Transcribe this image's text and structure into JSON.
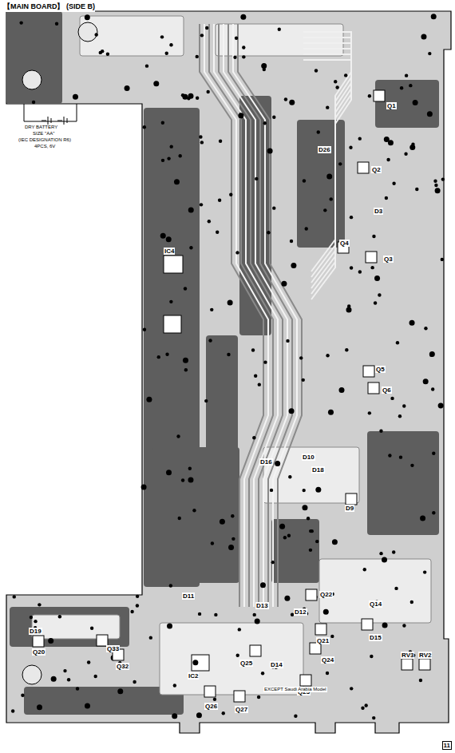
{
  "diagram": {
    "title": "【MAIN BOARD】 (SIDE B)",
    "labels": [
      "DRY BATTERY",
      "SIZE \"AA\"",
      "(IEC DESIGNATION R6)",
      "4PCS, 6V",
      "Q1",
      "D26",
      "Q2",
      "D3",
      "Q4",
      "Q3",
      "IC4",
      "Q5",
      "Q6",
      "D10",
      "D16",
      "D18",
      "D9",
      "D11",
      "D13",
      "D12",
      "Q22",
      "Q14",
      "Q21",
      "D15",
      "D19",
      "Q20",
      "Q33",
      "Q32",
      "IC2",
      "Q25",
      "D14",
      "Q24",
      "Q23",
      "Q26",
      "Q27",
      "RV3",
      "RV2",
      "EXCEPT Saudi Arabia Model",
      "11"
    ]
  }
}
